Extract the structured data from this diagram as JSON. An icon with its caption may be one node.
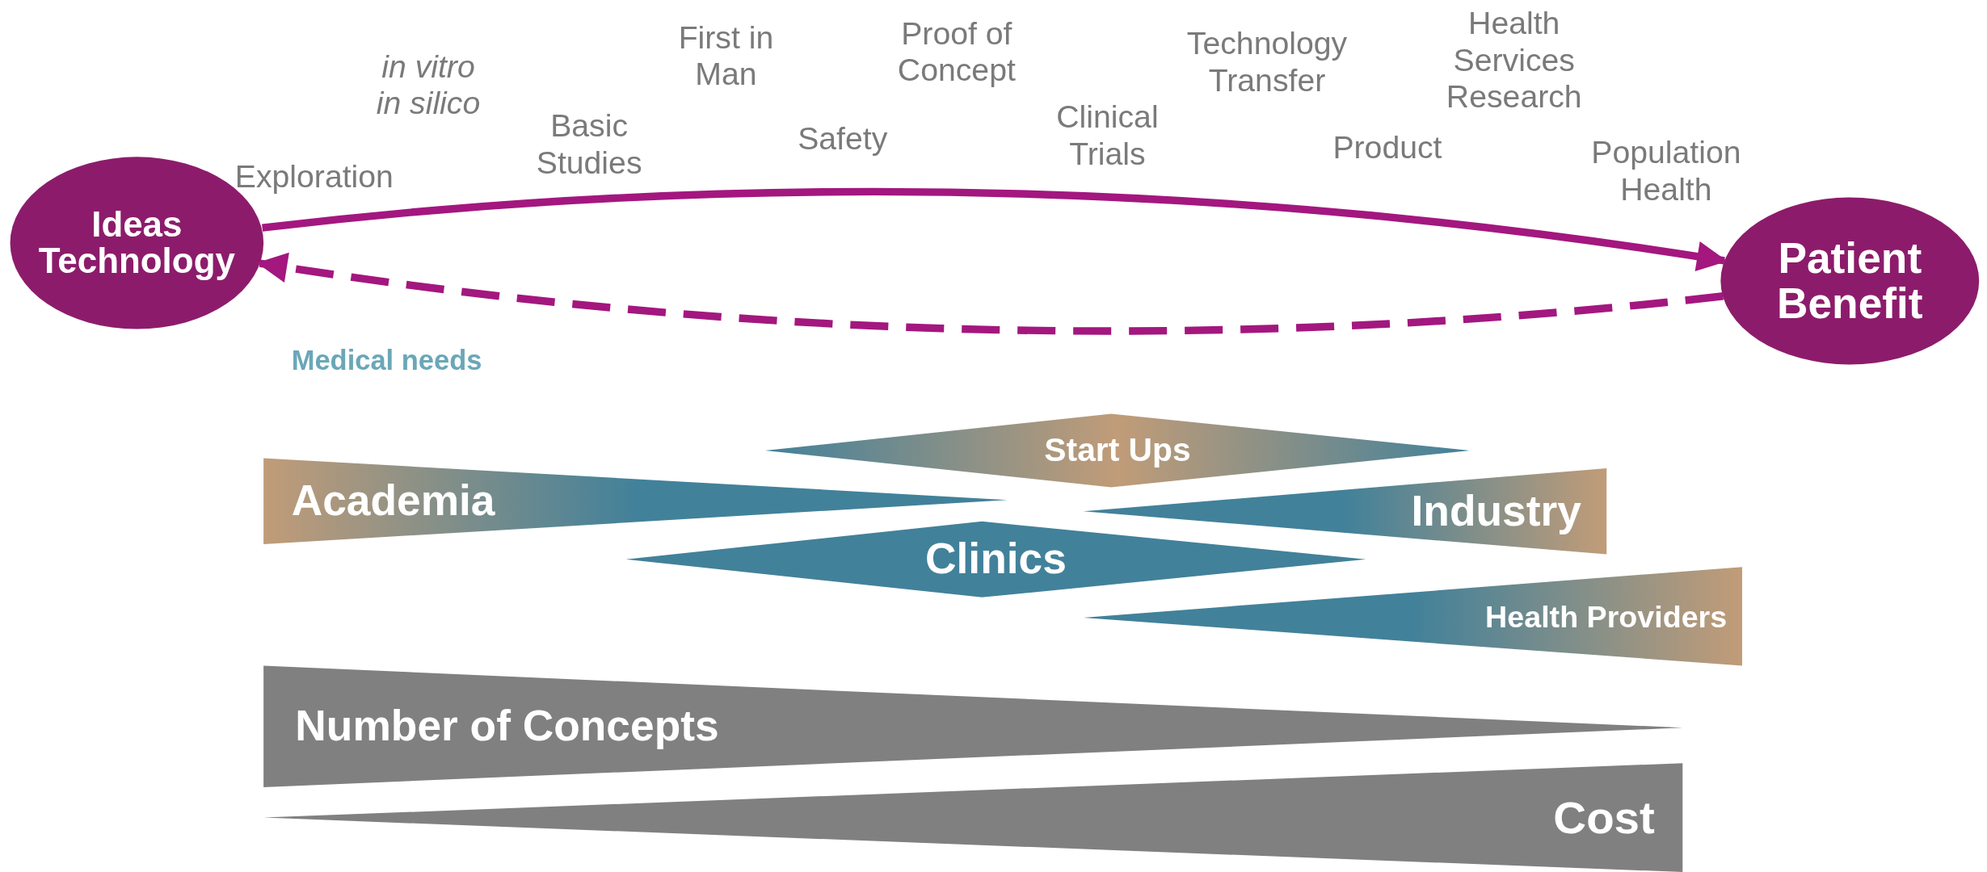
{
  "diagram": {
    "nodes": [
      {
        "text": [
          "Ideas Technology"
        ]
      },
      {
        "text": [
          "Patient Benefit"
        ]
      },
      {
        "text": [
          "Start Ups"
        ]
      },
      {
        "text": [
          "Academia"
        ]
      },
      {
        "text": [
          "Industry"
        ]
      },
      {
        "text": [
          "Clinics"
        ]
      },
      {
        "text": [
          "Health Providers"
        ]
      },
      {
        "text": [
          "Number of Concepts"
        ]
      },
      {
        "text": [
          "Cost"
        ]
      }
    ],
    "edges": [
      {
        "from": 0,
        "to": 1,
        "arrow": "to"
      },
      {
        "from": 1,
        "to": 0,
        "arrow": "to",
        "style": "dashed",
        "label": "Medical needs"
      }
    ],
    "labels": [
      "Exploration",
      "in vitro in silico",
      "Basic Studies",
      "First in Man",
      "Safety",
      "Proof of Concept",
      "Clinical Trials",
      "Technology Transfer",
      "Product",
      "Health Services Research",
      "Population Health"
    ]
  }
}
